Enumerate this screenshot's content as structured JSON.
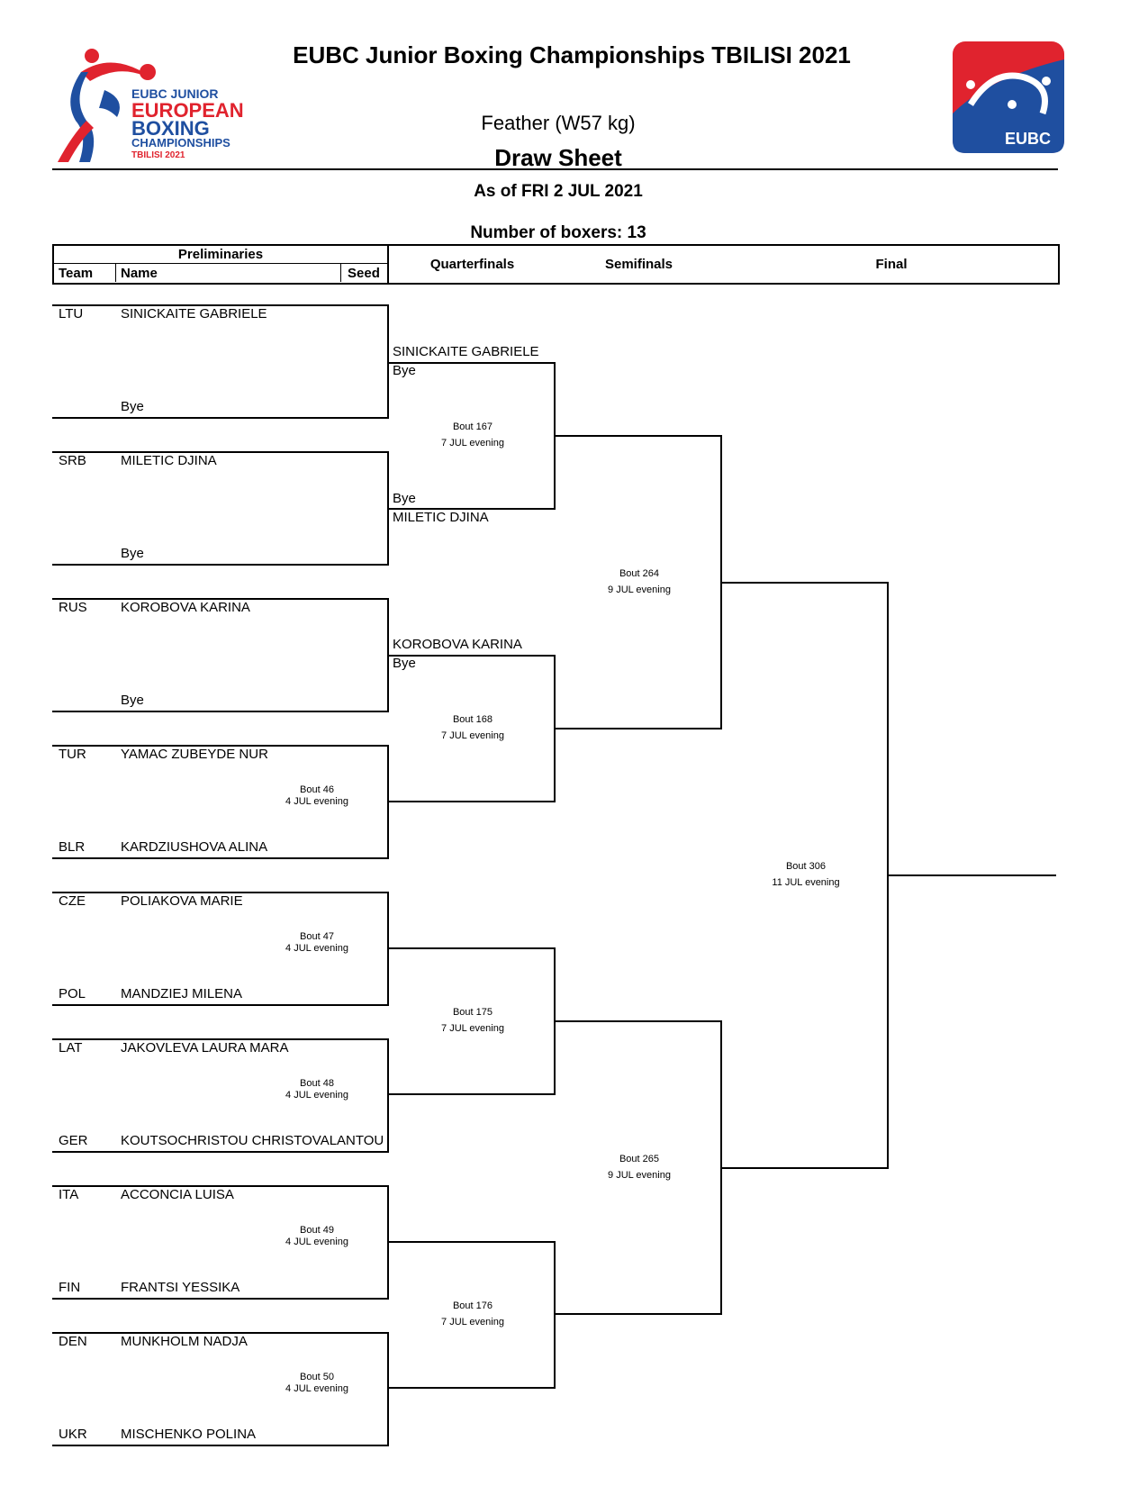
{
  "header": {
    "title": "EUBC Junior Boxing Championships TBILISI 2021",
    "weight_class": "Feather (W57 kg)",
    "sheet_title": "Draw Sheet",
    "as_of": "As of FRI 2 JUL 2021",
    "boxer_count": "Number of boxers: 13"
  },
  "logo_left": {
    "line1": "EUBC JUNIOR",
    "line2": "EUROPEAN",
    "line3": "BOXING",
    "line4": "CHAMPIONSHIPS",
    "line5": "TBILISI 2021"
  },
  "logo_right": {
    "text": "EUBC"
  },
  "columns": {
    "preliminaries": "Preliminaries",
    "team": "Team",
    "name": "Name",
    "seed": "Seed",
    "quarterfinals": "Quarterfinals",
    "semifinals": "Semifinals",
    "final": "Final"
  },
  "prelims": [
    {
      "top_team": "LTU",
      "top_name": "SINICKAITE GABRIELE",
      "bot_team": "",
      "bot_name": "Bye",
      "bout": "",
      "date": ""
    },
    {
      "top_team": "SRB",
      "top_name": "MILETIC DJINA",
      "bot_team": "",
      "bot_name": "Bye",
      "bout": "",
      "date": ""
    },
    {
      "top_team": "RUS",
      "top_name": "KOROBOVA KARINA",
      "bot_team": "",
      "bot_name": "Bye",
      "bout": "",
      "date": ""
    },
    {
      "top_team": "TUR",
      "top_name": "YAMAC ZUBEYDE NUR",
      "bot_team": "BLR",
      "bot_name": "KARDZIUSHOVA ALINA",
      "bout": "Bout 46",
      "date": "4 JUL evening"
    },
    {
      "top_team": "CZE",
      "top_name": "POLIAKOVA MARIE",
      "bot_team": "POL",
      "bot_name": "MANDZIEJ MILENA",
      "bout": "Bout 47",
      "date": "4 JUL evening"
    },
    {
      "top_team": "LAT",
      "top_name": "JAKOVLEVA LAURA MARA",
      "bot_team": "GER",
      "bot_name": "KOUTSOCHRISTOU CHRISTOVALANTOU",
      "bout": "Bout 48",
      "date": "4 JUL evening"
    },
    {
      "top_team": "ITA",
      "top_name": "ACCONCIA LUISA",
      "bot_team": "FIN",
      "bot_name": "FRANTSI YESSIKA",
      "bout": "Bout 49",
      "date": "4 JUL evening"
    },
    {
      "top_team": "DEN",
      "top_name": "MUNKHOLM NADJA",
      "bot_team": "UKR",
      "bot_name": "MISCHENKO POLINA",
      "bout": "Bout 50",
      "date": "4 JUL evening"
    }
  ],
  "quarterfinals": [
    {
      "top_name": "SINICKAITE GABRIELE",
      "top_sub": "Bye",
      "bot_sub": "Bye",
      "bot_name": "MILETIC DJINA",
      "bout": "Bout 167",
      "date": "7 JUL evening"
    },
    {
      "top_name": "KOROBOVA KARINA",
      "top_sub": "Bye",
      "bot_sub": "",
      "bot_name": "",
      "bout": "Bout 168",
      "date": "7 JUL evening"
    },
    {
      "top_name": "",
      "top_sub": "",
      "bot_sub": "",
      "bot_name": "",
      "bout": "Bout 175",
      "date": "7 JUL evening"
    },
    {
      "top_name": "",
      "top_sub": "",
      "bot_sub": "",
      "bot_name": "",
      "bout": "Bout 176",
      "date": "7 JUL evening"
    }
  ],
  "semifinals": [
    {
      "bout": "Bout 264",
      "date": "9 JUL evening"
    },
    {
      "bout": "Bout 265",
      "date": "9 JUL evening"
    }
  ],
  "final": {
    "bout": "Bout 306",
    "date": "11 JUL evening"
  },
  "colors": {
    "red": "#e0232e",
    "blue": "#1f4fa0"
  }
}
